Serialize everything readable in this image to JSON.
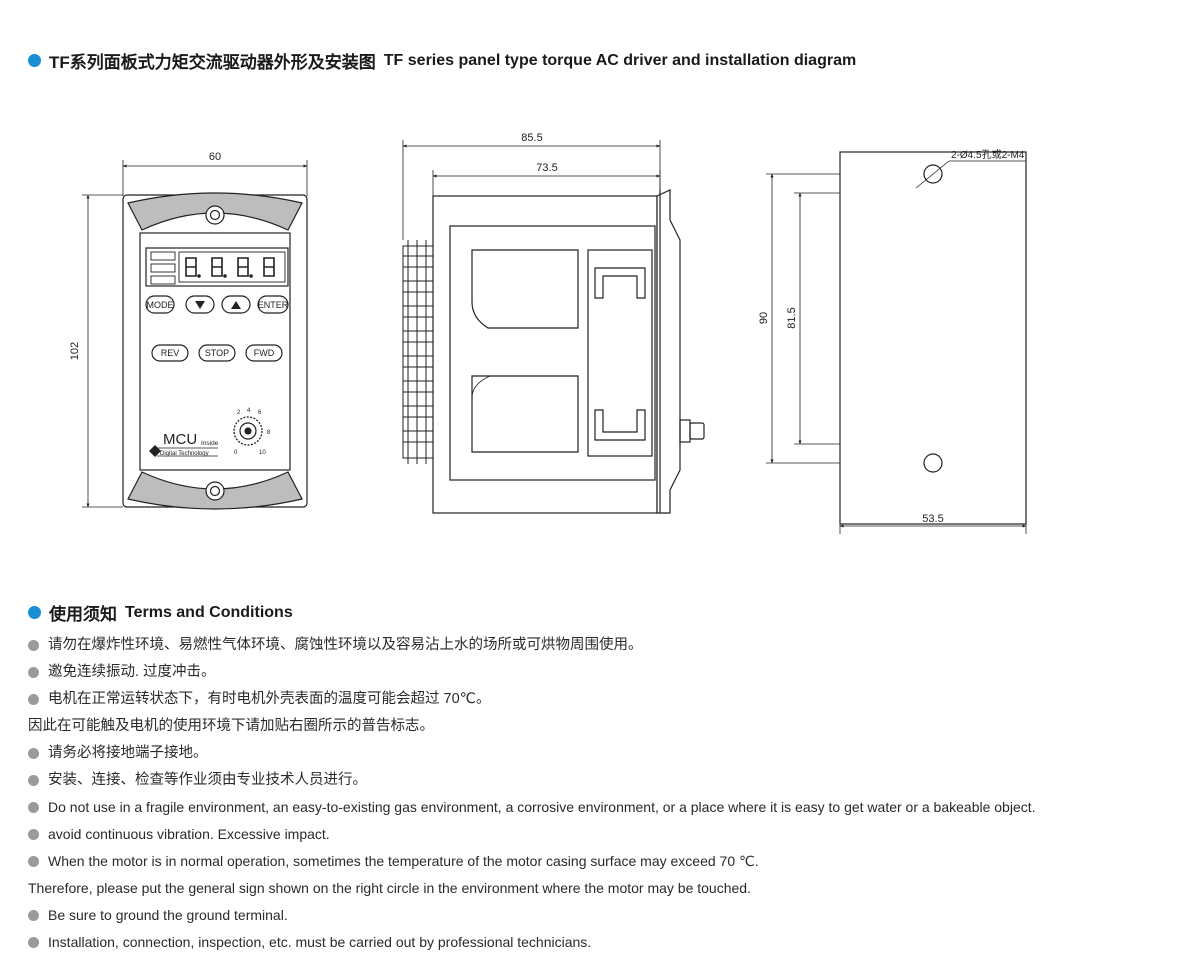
{
  "header": {
    "title_cn": "TF系列面板式力矩交流驱动器外形及安装图",
    "title_en": "TF series panel type torque AC driver and installation diagram"
  },
  "front_view": {
    "dim_width": "60",
    "dim_height": "102",
    "buttons": [
      "MODE",
      "ENTER",
      "REV",
      "STOP",
      "FWD"
    ],
    "display_digits": "8.8.8.8",
    "logo_main": "MCU",
    "logo_sub": "Inside",
    "logo_tag": "Digital Technology",
    "dial_numbers": [
      "2",
      "4",
      "6",
      "8",
      "0",
      "10"
    ]
  },
  "side_view": {
    "dim_total": "85.5",
    "dim_body": "73.5"
  },
  "mount_view": {
    "hole_label": "2-Ø4.5孔或2-M4",
    "dim_height_outer": "90",
    "dim_height_inner": "81.5",
    "dim_width": "53.5"
  },
  "terms": {
    "title_cn": "使用须知",
    "title_en": "Terms and Conditions",
    "lines": [
      {
        "bullet": true,
        "text": "请勿在爆炸性环境、易燃性气体环境、腐蚀性环境以及容易沾上水的场所或可烘物周围使用。"
      },
      {
        "bullet": true,
        "text": "邀免连续振动.  过度冲击。"
      },
      {
        "bullet": true,
        "text": "电机在正常运转状态下，有时电机外壳表面的温度可能会超过 70℃。"
      },
      {
        "bullet": false,
        "text": "因此在可能触及电机的使用环境下请加贴右圈所示的普告标志。"
      },
      {
        "bullet": true,
        "text": "请务必将接地端子接地。"
      },
      {
        "bullet": true,
        "text": "安装、连接、检查等作业须由专业技术人员进行。"
      },
      {
        "bullet": true,
        "text": "Do not use in a fragile environment, an easy-to-existing gas environment, a corrosive environment, or a place where it is easy to get water or a bakeable object."
      },
      {
        "bullet": true,
        "text": "avoid continuous vibration. Excessive impact."
      },
      {
        "bullet": true,
        "text": "When the motor is in normal operation, sometimes the temperature of the motor casing surface may exceed 70 ℃."
      },
      {
        "bullet": false,
        "text": "Therefore, please put the general sign shown on the right circle in the environment where the motor may be touched."
      },
      {
        "bullet": true,
        "text": "Be sure to ground the ground terminal."
      },
      {
        "bullet": true,
        "text": "Installation, connection, inspection, etc. must be carried out by professional technicians."
      }
    ]
  }
}
